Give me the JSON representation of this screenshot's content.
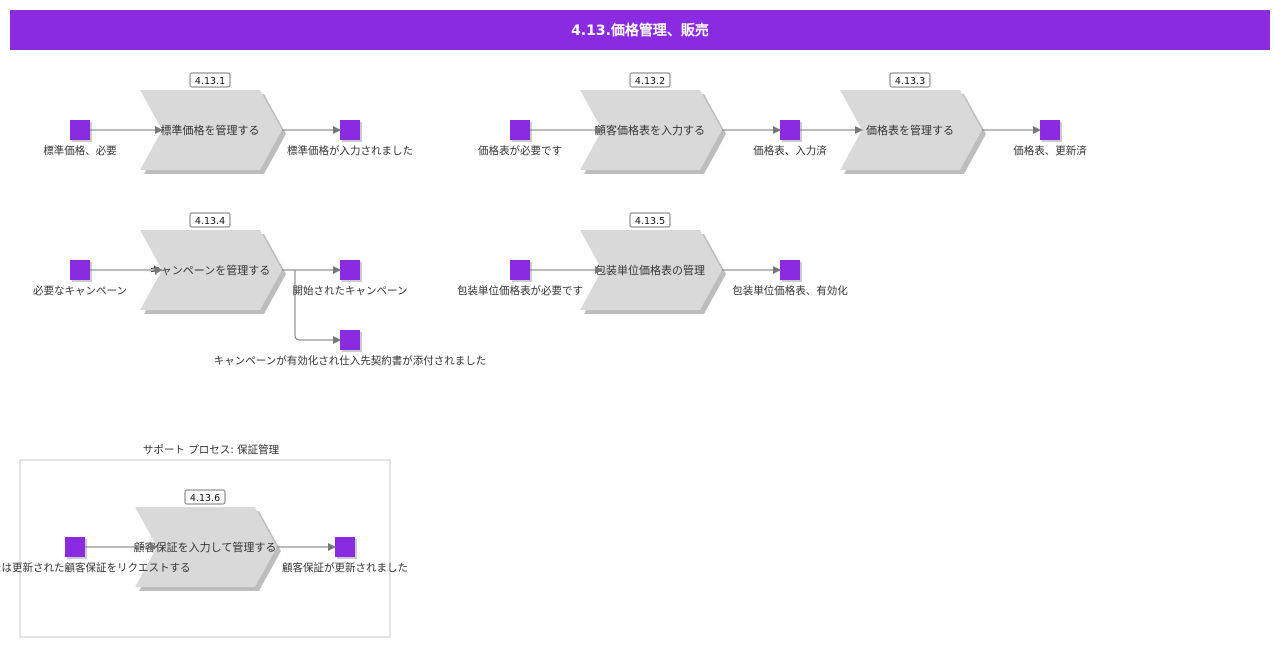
{
  "title": "4.13.価格管理、販売",
  "colors": {
    "header": "#8a2be2",
    "event": "#8a2be2",
    "process_fill": "#d9d9d9",
    "process_shadow": "#bdbdbd",
    "arrow": "#777777"
  },
  "processes": [
    {
      "id": "4.13.1",
      "label": "標準価格を管理する"
    },
    {
      "id": "4.13.2",
      "label": "顧客価格表を入力する"
    },
    {
      "id": "4.13.3",
      "label": "価格表を管理する"
    },
    {
      "id": "4.13.4",
      "label": "キャンペーンを管理する"
    },
    {
      "id": "4.13.5",
      "label": "包装単位価格表の管理"
    },
    {
      "id": "4.13.6",
      "label": "顧客保証を入力して管理する"
    }
  ],
  "events": [
    "標準価格、必要",
    "標準価格が入力されました",
    "価格表が必要です",
    "価格表、入力済",
    "価格表、更新済",
    "必要なキャンペーン",
    "開始されたキャンペーン",
    "キャンペーンが有効化され仕入先契約書が添付されました",
    "包装単位価格表が必要です",
    "包装単位価格表、有効化",
    "新規または更新された顧客保証をリクエストする",
    "顧客保証が更新されました"
  ],
  "group": {
    "label": "サポート プロセス: 保証管理"
  }
}
